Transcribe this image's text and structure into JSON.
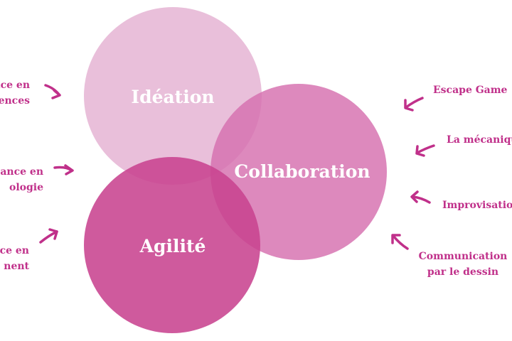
{
  "circles": [
    {
      "id": "ideation",
      "label": "Idéation",
      "color": "#e5b4d4"
    },
    {
      "id": "collaboration",
      "label": "Collaboration",
      "color": "#d66fae"
    },
    {
      "id": "agilite",
      "label": "Agilité",
      "color": "#c8438f"
    }
  ],
  "left_items": [
    {
      "line1": "sance en",
      "line2": "ences"
    },
    {
      "line1": "sance en",
      "line2": "ologie"
    },
    {
      "line1": "ce en",
      "line2": "nent"
    }
  ],
  "right_items": [
    {
      "line1": "Escape Game"
    },
    {
      "line1": "La mécaniqu"
    },
    {
      "line1": "Improvisatio"
    },
    {
      "line1": "Communication",
      "line2": "par le dessin"
    }
  ],
  "accent_color": "#c0308a"
}
